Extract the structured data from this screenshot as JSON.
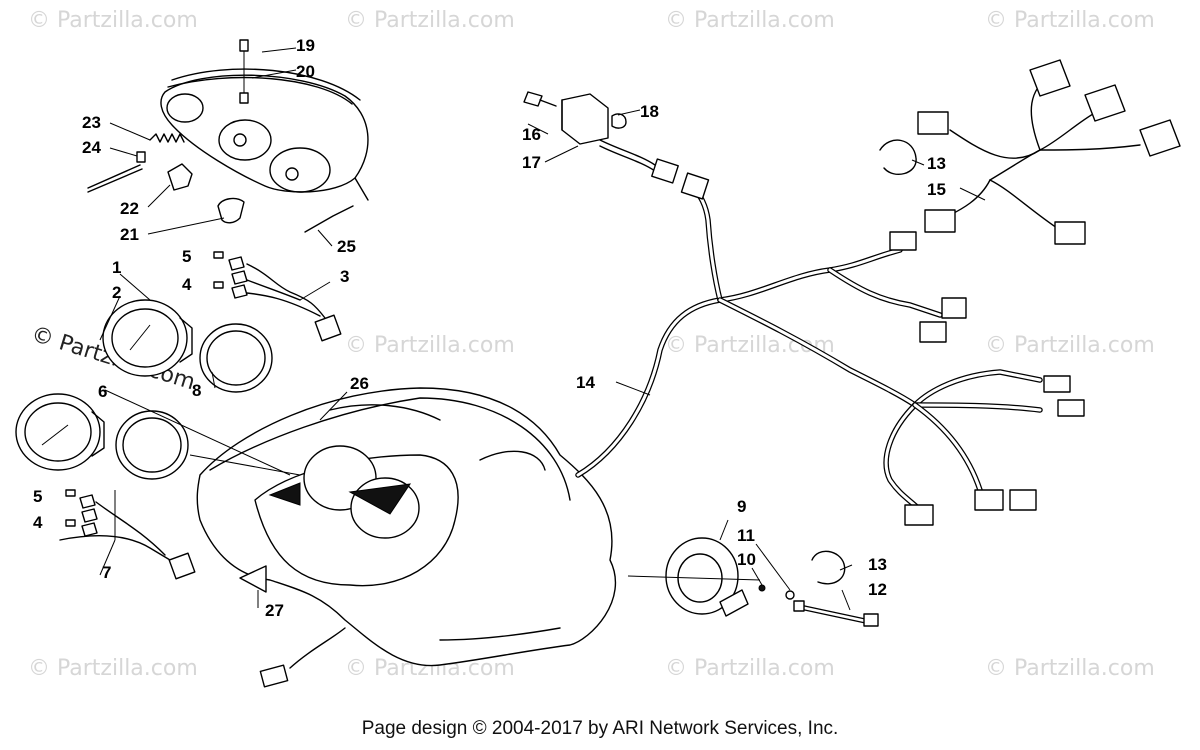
{
  "watermark": {
    "text": "© Partzilla.com",
    "featured_text": "© Partzilla.com"
  },
  "callouts": {
    "c1": "1",
    "c2": "2",
    "c3": "3",
    "c4a": "4",
    "c4b": "4",
    "c5a": "5",
    "c5b": "5",
    "c6": "6",
    "c7": "7",
    "c8": "8",
    "c9": "9",
    "c10": "10",
    "c11": "11",
    "c12": "12",
    "c13a": "13",
    "c13b": "13",
    "c14": "14",
    "c15": "15",
    "c16": "16",
    "c17": "17",
    "c18": "18",
    "c19": "19",
    "c20": "20",
    "c21": "21",
    "c22": "22",
    "c23": "23",
    "c24": "24",
    "c25": "25",
    "c26": "26",
    "c27": "27"
  },
  "footer": {
    "text": "Page design © 2004-2017 by ARI Network Services, Inc."
  }
}
